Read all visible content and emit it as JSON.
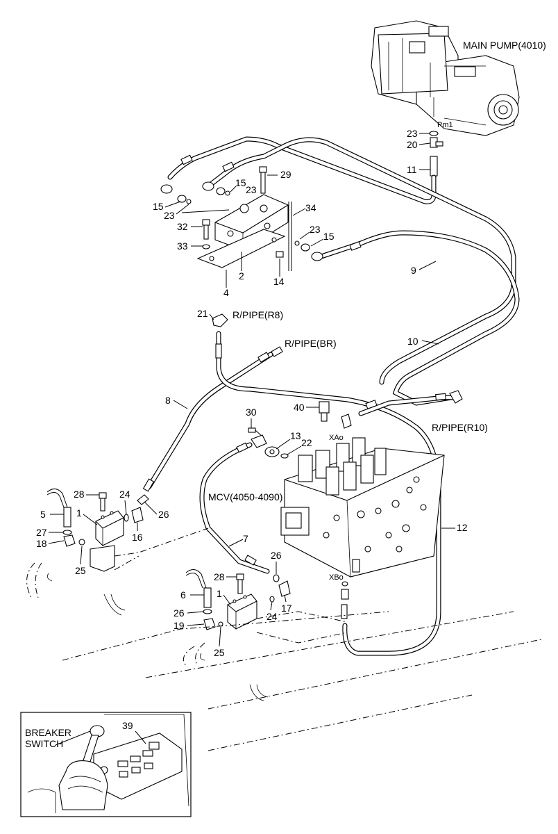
{
  "labels": {
    "main_pump": "MAIN PUMP(4010)",
    "pm1": "Pm1",
    "mcv": "MCV(4050-4090)",
    "xao": "XAo",
    "xbo": "XBo",
    "rpipe_r8": "R/PIPE(R8)",
    "rpipe_br": "R/PIPE(BR)",
    "rpipe_r10": "R/PIPE(R10)",
    "breaker_line1": "BREAKER",
    "breaker_line2": "SWITCH"
  },
  "callouts": {
    "c23a": "23",
    "c20": "20",
    "c11": "11",
    "c29": "29",
    "c15a": "15",
    "c23b": "23",
    "c15b": "15",
    "c23c": "23",
    "c34": "34",
    "c32": "32",
    "c33": "33",
    "c23d": "23",
    "c15c": "15",
    "c4": "4",
    "c2": "2",
    "c14": "14",
    "c9": "9",
    "c21": "21",
    "c10": "10",
    "c8": "8",
    "c30": "30",
    "c40": "40",
    "c13": "13",
    "c22": "22",
    "c28a": "28",
    "c24a": "24",
    "c1a": "1",
    "c5": "5",
    "c26a": "26",
    "c27": "27",
    "c16": "16",
    "c18": "18",
    "c25a": "25",
    "c7": "7",
    "c12": "12",
    "c26b": "26",
    "c28b": "28",
    "c1b": "1",
    "c6": "6",
    "c17": "17",
    "c26c": "26",
    "c24b": "24",
    "c19": "19",
    "c25b": "25",
    "c39": "39"
  }
}
